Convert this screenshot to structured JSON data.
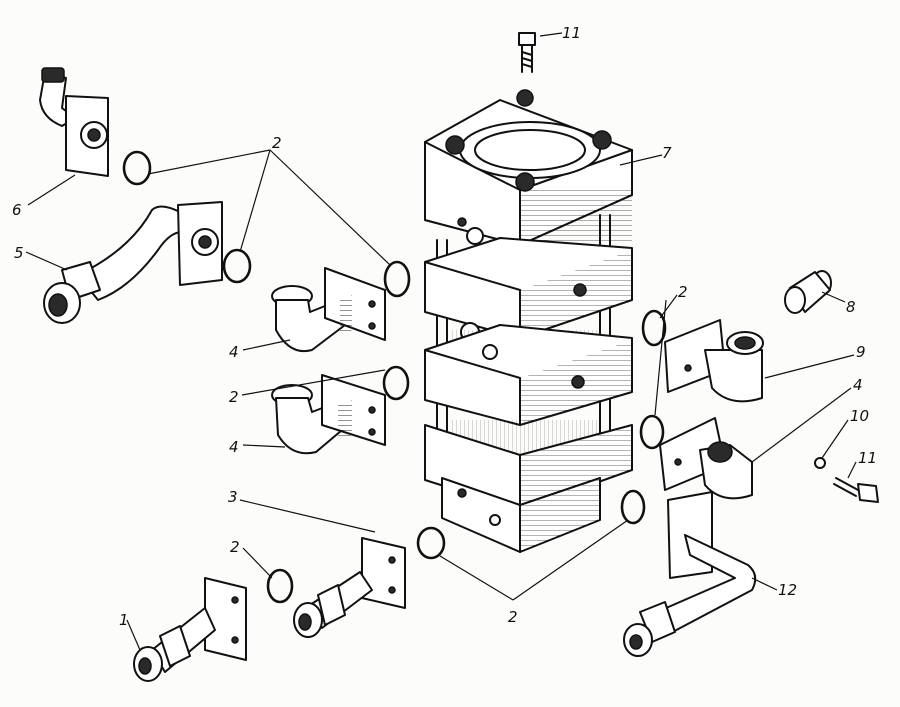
{
  "labels": {
    "l1": "1",
    "l2a": "2",
    "l2b": "2",
    "l2c": "2",
    "l2d": "2",
    "l2e": "2",
    "l3": "3",
    "l4a": "4",
    "l4b": "4",
    "l4c": "4",
    "l5": "5",
    "l6": "6",
    "l7": "7",
    "l8": "8",
    "l9": "9",
    "l10": "10",
    "l11a": "11",
    "l11b": "11",
    "l12": "12"
  }
}
